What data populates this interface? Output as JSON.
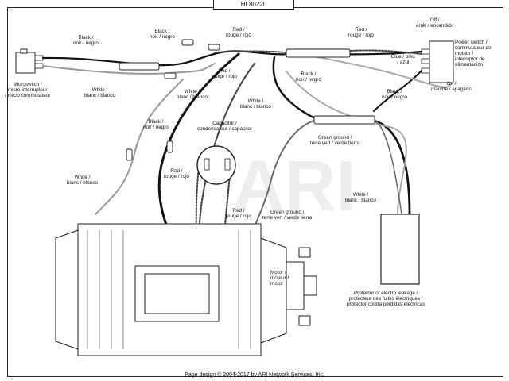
{
  "diagram": {
    "part_number": "HL80220",
    "footer": "Page design © 2004-2017 by ARI Network Services, Inc.",
    "labels": {
      "black_top_left": [
        "Black /",
        "noir / negro"
      ],
      "black_top_mid": [
        "Black /",
        "noir / negro"
      ],
      "red_top": [
        "Red /",
        "rouge / rojo"
      ],
      "red_top_right": [
        "Red /",
        "rouge / rojo"
      ],
      "off_on": [
        "Off /",
        "arrêt / encendido"
      ],
      "power_switch": [
        "Power switch /",
        "commutateur de",
        "moteur /",
        "interruptor de",
        "alimentación"
      ],
      "blue": [
        "Blue / bleu",
        "/ azul"
      ],
      "on_off": [
        "On /",
        "marche / apagado"
      ],
      "black_right": [
        "Black /",
        "noir / negro"
      ],
      "microswitch": [
        "Microswitch /",
        "micro-interrupteur",
        "/ micro commutateur"
      ],
      "white_left_top": [
        "White /",
        "blanc / blanco"
      ],
      "red_mid": [
        "Red /",
        "rouge / rojo"
      ],
      "white_mid": [
        "White /",
        "blanc / blanco"
      ],
      "black_mid_right": [
        "Black /",
        "noir / negro"
      ],
      "white_center": [
        "White /",
        "blanc / blanco"
      ],
      "green_ground_top": [
        "Green ground /",
        "terre vert / verde tierra"
      ],
      "black_capacitor": [
        "Black /",
        "noir / negro"
      ],
      "capacitor": [
        "Capacitor /",
        "condensateur / capacitor"
      ],
      "white_left": [
        "White /",
        "blanc / blanco"
      ],
      "red_capacitor": [
        "Red /",
        "rouge / rojo"
      ],
      "red_lower": [
        "Red /",
        "rouge / rojo"
      ],
      "green_ground_lower": [
        "Green ground /",
        "terre vert / verde tierra"
      ],
      "white_right": [
        "White /",
        "blanc / blanco"
      ],
      "motor": [
        "Motor /",
        "moteur /",
        "motor"
      ],
      "protector": [
        "Protector of electro leakage /",
        "protecteur des fuites électriques /",
        "protector contra pérdidas eléctricas"
      ]
    },
    "watermark": "ARI"
  }
}
